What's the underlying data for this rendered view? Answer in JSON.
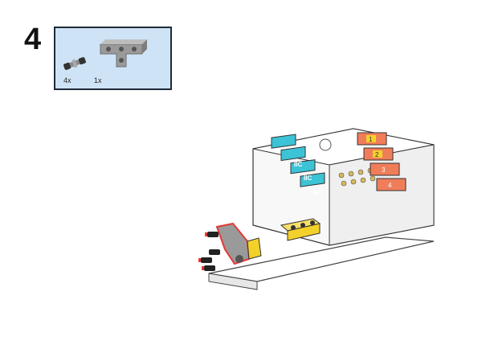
{
  "step": {
    "number": "4"
  },
  "parts": [
    {
      "icon": "connector-pin-icon",
      "qty": "4x"
    },
    {
      "icon": "t-beam-icon",
      "qty": "1x"
    }
  ],
  "controller": {
    "left_ports": [
      "IIC",
      "IIC",
      "IIC"
    ],
    "right_ports": [
      "1",
      "2",
      "3",
      "4"
    ]
  },
  "colors": {
    "panel": "#cfe3f6",
    "cyan": "#3cc3d6",
    "orange": "#f07d5a",
    "yellow": "#f3d12b",
    "highlight": "#e53935"
  }
}
